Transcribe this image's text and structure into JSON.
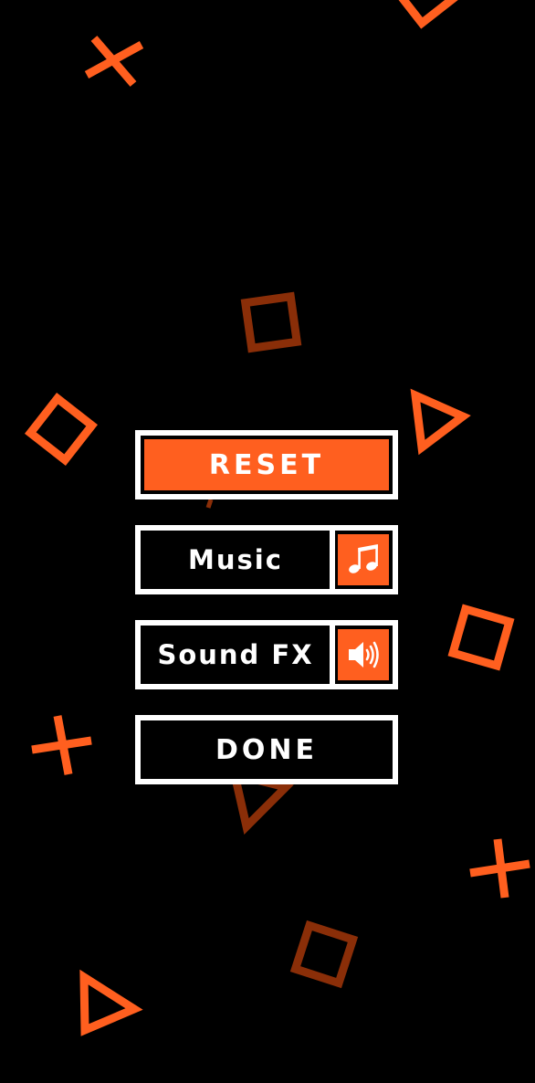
{
  "menu": {
    "reset_label": "RESET",
    "music_label": "Music",
    "sound_fx_label": "Sound FX",
    "done_label": "DONE",
    "music_icon": "music-note-icon",
    "sound_fx_icon": "speaker-icon",
    "music_enabled": true,
    "sound_fx_enabled": true
  },
  "colors": {
    "accent": "#ff5f1f",
    "accent_dim": "#8a2e08",
    "background": "#000000",
    "border": "#ffffff",
    "text": "#ffffff"
  }
}
